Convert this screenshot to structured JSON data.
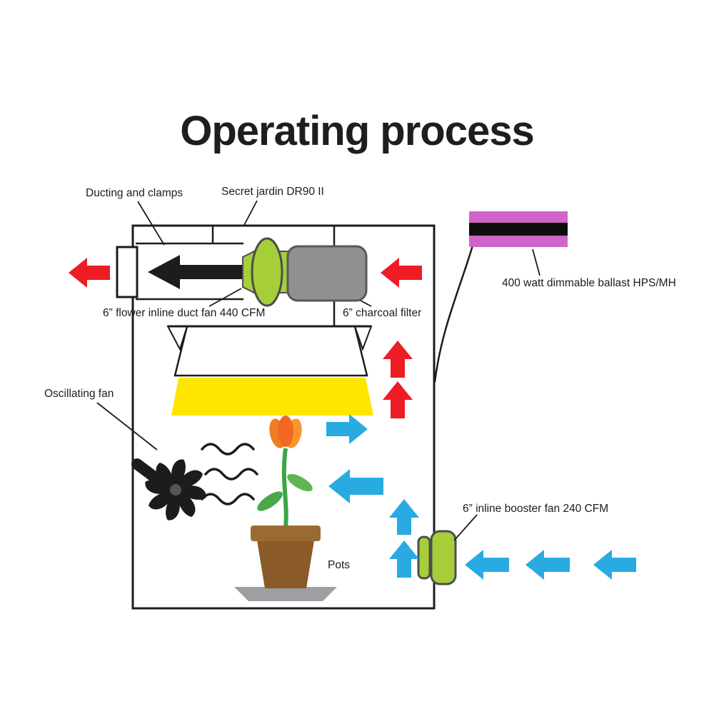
{
  "title": "Operating process",
  "labels": {
    "ducting": "Ducting and clamps",
    "jardin": "Secret jardin DR90 II",
    "duct_fan": "6” flower inline duct fan 440 CFM",
    "charcoal": "6” charcoal filter",
    "ballast": "400 watt dimmable ballast HPS/MH",
    "oscillating": "Oscillating fan",
    "booster": "6” inline booster fan 240 CFM",
    "pots": "Pots"
  },
  "colors": {
    "ink": "#1c1c1c",
    "red": "#ee1c25",
    "blue": "#29abe2",
    "green": "#a6ce39",
    "greenedge": "#4d4d4d",
    "yellow": "#ffe600",
    "pink": "#d065c8",
    "gray": "#8e9091",
    "grayedge": "#58595b",
    "brown": "#8a5a28",
    "brownrim": "#9a6a33",
    "saucer": "#9d9fa2",
    "stem": "#3aa545",
    "leaf": "#4aa847",
    "leaf2": "#5cb84e",
    "petal": "#f26722",
    "petalL": "#ef7d22",
    "petalR": "#f9962d"
  }
}
